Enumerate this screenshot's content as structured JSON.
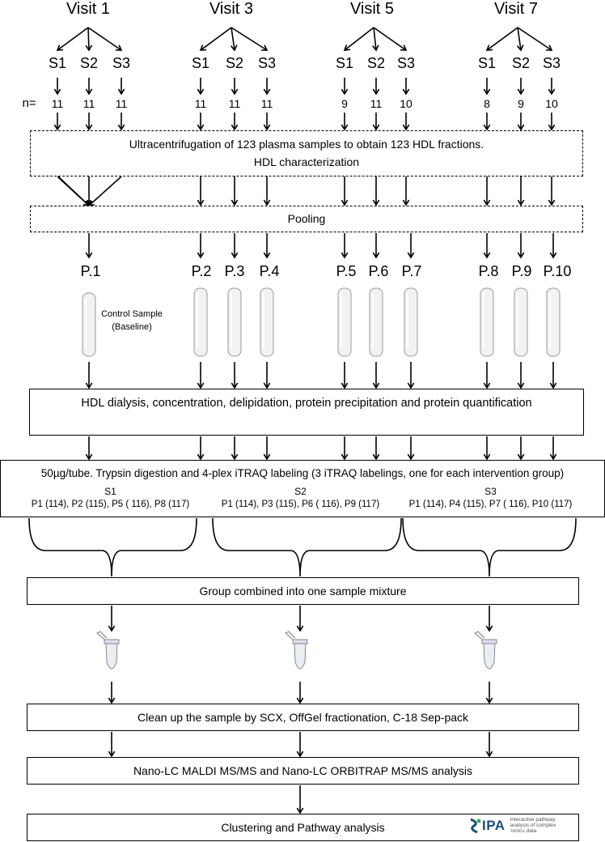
{
  "visits": [
    "Visit 1",
    "Visit 3",
    "Visit 5",
    "Visit 7"
  ],
  "subgroup_labels": [
    "S1",
    "S2",
    "S3"
  ],
  "n_label": "n=",
  "n_values": [
    [
      "11",
      "11",
      "11"
    ],
    [
      "11",
      "11",
      "11"
    ],
    [
      "9",
      "11",
      "10"
    ],
    [
      "8",
      "9",
      "10"
    ]
  ],
  "step_ultracentrifugation": {
    "line1": "Ultracentrifugation of 123 plasma samples to obtain 123 HDL fractions.",
    "line2": "HDL characterization"
  },
  "step_pooling": "Pooling",
  "pools": [
    "P.1",
    "P.2",
    "P.3",
    "P.4",
    "P.5",
    "P.6",
    "P.7",
    "P.8",
    "P.9",
    "P.10"
  ],
  "control_sample": {
    "line1": "Control Sample",
    "line2": "(Baseline)"
  },
  "step_dialysis": "HDL dialysis, concentration, delipidation, protein precipitation and protein quantification",
  "step_labeling": {
    "title": "50µg/tube. Trypsin digestion and 4-plex iTRAQ labeling (3 iTRAQ labelings, one for each intervention group)",
    "groups": [
      {
        "name": "S1",
        "detail": "P1 (114), P2 (115), P5 ( 116), P8 (117)"
      },
      {
        "name": "S2",
        "detail": "P1 (114), P3 (115), P6 ( 116), P9 (117)"
      },
      {
        "name": "S3",
        "detail": "P1 (114), P4 (115), P7 ( 116), P10 (117)"
      }
    ]
  },
  "step_combine": "Group combined into one sample mixture",
  "step_cleanup": "Clean up the sample by SCX, OffGel fractionation, C-18 Sep-pack",
  "step_ms": "Nano-LC MALDI MS/MS and Nano-LC ORBITRAP MS/MS analysis",
  "step_pathway": "Clustering and Pathway analysis",
  "logo": {
    "mark": "IPA",
    "tagline": "Interactive pathway analysis of complex 'omics data"
  }
}
